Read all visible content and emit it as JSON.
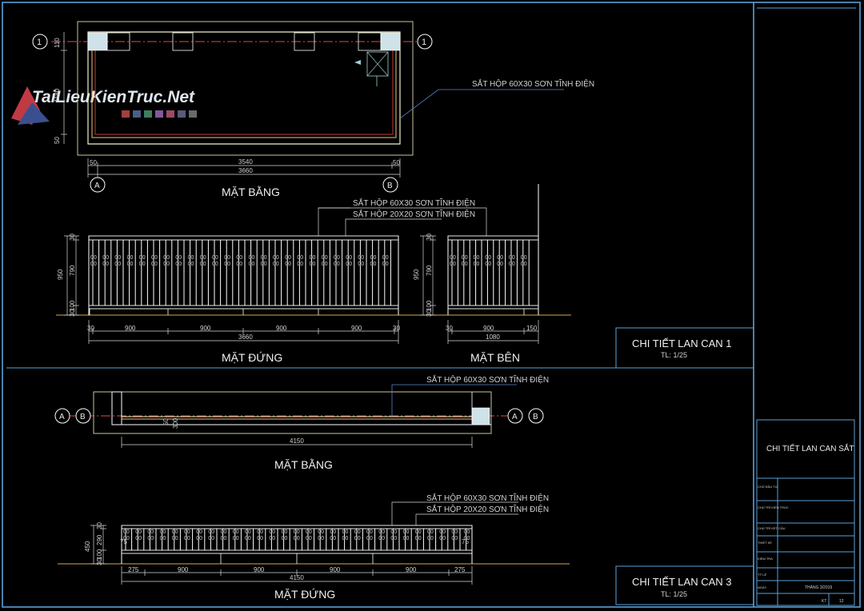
{
  "watermark": {
    "text": "TaiLieuKienTruc.Net"
  },
  "labels": {
    "mat_bang": "MẶT BẰNG",
    "mat_dung": "MẶT ĐỨNG",
    "mat_ben": "MẶT BÊN",
    "note_6030": "SẮT HỘP 60X30 SƠN TĨNH ĐIỆN",
    "note_2020": "SẮT HỘP 20X20 SƠN TĨNH ĐIỆN"
  },
  "grid_markers": {
    "one": "1",
    "a": "A",
    "b": "B"
  },
  "detail1": {
    "title": "CHI TIẾT LAN CAN 1",
    "scale": "TL: 1/25",
    "plan_dims": {
      "left": "110",
      "mid": "1180",
      "bot": "50",
      "d3540": "3540",
      "d3660": "3660",
      "s50a": "50",
      "s50b": "50"
    },
    "elev_dims": {
      "d950": "950",
      "d790": "790",
      "d30t": "30",
      "d100": "100",
      "d30b": "30",
      "s30l": "30",
      "s900": [
        "900",
        "900",
        "900",
        "900"
      ],
      "s30r": "30",
      "total": "3660"
    },
    "side_dims": {
      "d950": "950",
      "d790": "790",
      "d30t": "30",
      "d100": "100",
      "d30b": "30",
      "s30": "30",
      "s900": "900",
      "s150": "150",
      "total": "1080"
    },
    "baluster_tag": "00"
  },
  "detail3": {
    "title": "CHI TIẾT LAN CAN 3",
    "scale": "TL: 1/25",
    "plan_dims": {
      "total": "4150",
      "d50": "50",
      "d300": "300"
    },
    "elev_dims": {
      "d450": "450",
      "d290": "290",
      "d30t": "30",
      "d100": "100",
      "d30b": "30",
      "s275l": "275",
      "s900": [
        "900",
        "900",
        "900",
        "900"
      ],
      "s275r": "275",
      "total": "4150",
      "d75l": "75",
      "d75r": "75"
    }
  },
  "title_block": {
    "drawing_name": "CHI TIẾT LAN CAN SẮT",
    "rows": [
      "CHỦ ĐẦU TƯ",
      "CHỦ TRÌ KIẾN TRÚC",
      "CHỦ TRÌ KẾT CẤU",
      "THIẾT KẾ",
      "KIỂM TRA"
    ],
    "scale_label": "TỶ LỆ",
    "date_label": "NGÀY",
    "date_value": "THÁNG 3/2019",
    "sheet_code": "KT",
    "sheet_no": "12"
  },
  "colors": {
    "background": "#000000",
    "frame": "#5aa0d8",
    "lines": "#ffffff",
    "dim": "#d9d9d9",
    "ground": "#d4a84a",
    "axis": "#e04a4a",
    "leader": "#5a84c8",
    "hatch": "#9fd0d8",
    "post_fill": "#cfe2ea"
  }
}
